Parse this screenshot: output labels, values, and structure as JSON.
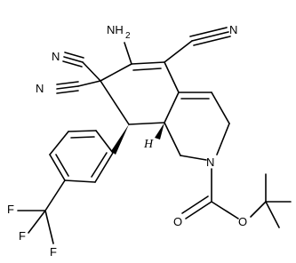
{
  "labels": {
    "amino": "NH",
    "amino_sub": "2",
    "nitrile_top_right": "N",
    "nitrile_upper_left": "N",
    "nitrile_lower_left": "N",
    "ring_nitrogen": "N",
    "stereo_hydrogen": "H",
    "ester_oxygen_double": "O",
    "ester_oxygen_single": "O",
    "fluorine_top": "F",
    "fluorine_left": "F",
    "fluorine_bottom": "F"
  }
}
